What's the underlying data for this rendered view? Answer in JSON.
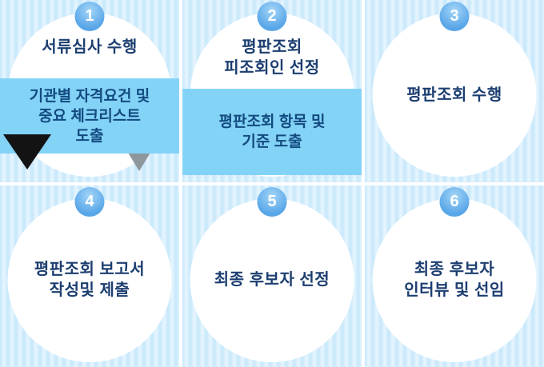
{
  "colors": {
    "stripe_light": "#e7f6fe",
    "stripe_dark": "#c6e7fb",
    "badge_blue": "#58a6e8",
    "circle_bg": "#ffffff",
    "title_text": "#1c3e70",
    "callout_bg": "#83d3f6",
    "callout_text": "#134a80"
  },
  "steps": [
    {
      "number": "1",
      "title_lines": [
        "서류심사 수행"
      ],
      "callout_lines": [
        "기관별 자격요건 및",
        "중요 체크리스트",
        "도출"
      ]
    },
    {
      "number": "2",
      "title_lines": [
        "평판조회",
        "피조회인 선정"
      ],
      "callout_lines": [
        "평판조회 항목 및",
        "기준 도출"
      ]
    },
    {
      "number": "3",
      "title_lines": [
        "평판조회 수행"
      ]
    },
    {
      "number": "4",
      "title_lines": [
        "평판조회 보고서",
        "작성및 제출"
      ]
    },
    {
      "number": "5",
      "title_lines": [
        "최종 후보자 선정"
      ]
    },
    {
      "number": "6",
      "title_lines": [
        "최종 후보자",
        "인터뷰 및 선임"
      ]
    }
  ]
}
